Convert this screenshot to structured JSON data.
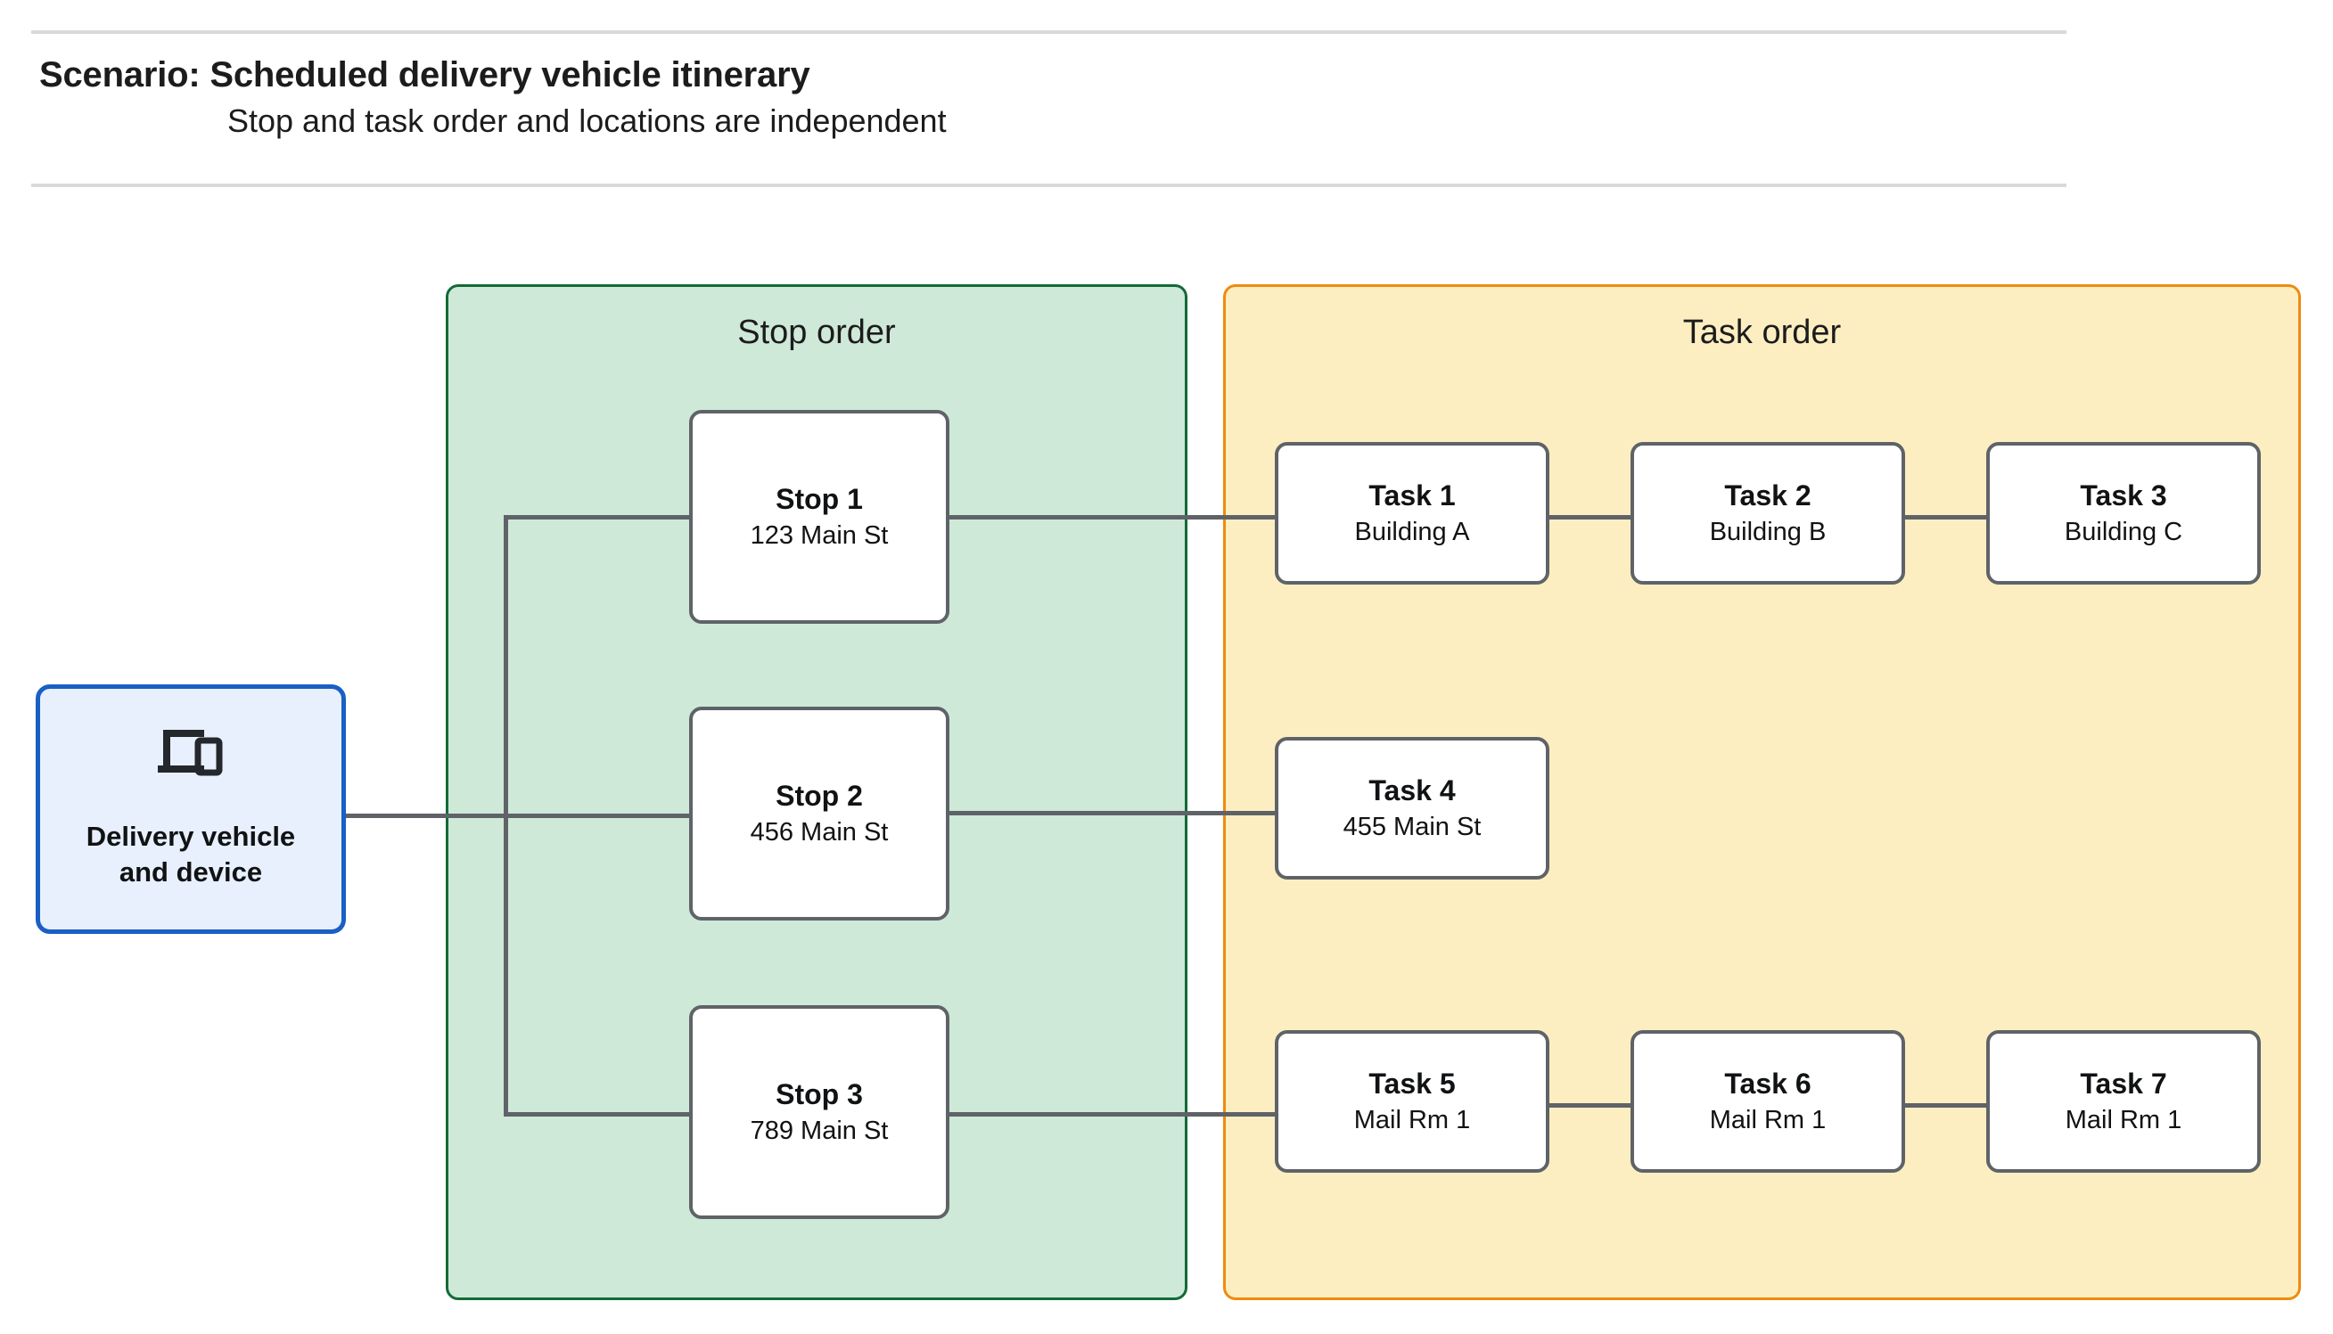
{
  "header": {
    "title": "Scenario: Scheduled delivery vehicle itinerary",
    "subtitle": "Stop and task order and locations are independent"
  },
  "device": {
    "icon": "devices-icon",
    "label": "Delivery vehicle\nand device"
  },
  "panels": {
    "stop": {
      "title": "Stop order"
    },
    "task": {
      "title": "Task order"
    }
  },
  "stops": [
    {
      "id": "stop-1",
      "title": "Stop 1",
      "location": "123 Main St"
    },
    {
      "id": "stop-2",
      "title": "Stop 2",
      "location": "456 Main St"
    },
    {
      "id": "stop-3",
      "title": "Stop 3",
      "location": "789 Main St"
    }
  ],
  "tasks": [
    {
      "id": "task-1",
      "title": "Task 1",
      "location": "Building A"
    },
    {
      "id": "task-2",
      "title": "Task 2",
      "location": "Building B"
    },
    {
      "id": "task-3",
      "title": "Task 3",
      "location": "Building C"
    },
    {
      "id": "task-4",
      "title": "Task 4",
      "location": "455 Main St"
    },
    {
      "id": "task-5",
      "title": "Task 5",
      "location": "Mail Rm 1"
    },
    {
      "id": "task-6",
      "title": "Task 6",
      "location": "Mail Rm 1"
    },
    {
      "id": "task-7",
      "title": "Task 7",
      "location": "Mail Rm 1"
    }
  ],
  "colors": {
    "stop_panel_fill": "#cfe9d9",
    "stop_panel_border": "#136a36",
    "task_panel_fill": "#fdeec2",
    "task_panel_border": "#ef8b10",
    "device_fill": "#e8f0fe",
    "device_border": "#1a5fc4",
    "node_border": "#5f6368",
    "connector": "#5f6368",
    "rule": "#d9d9d9"
  }
}
